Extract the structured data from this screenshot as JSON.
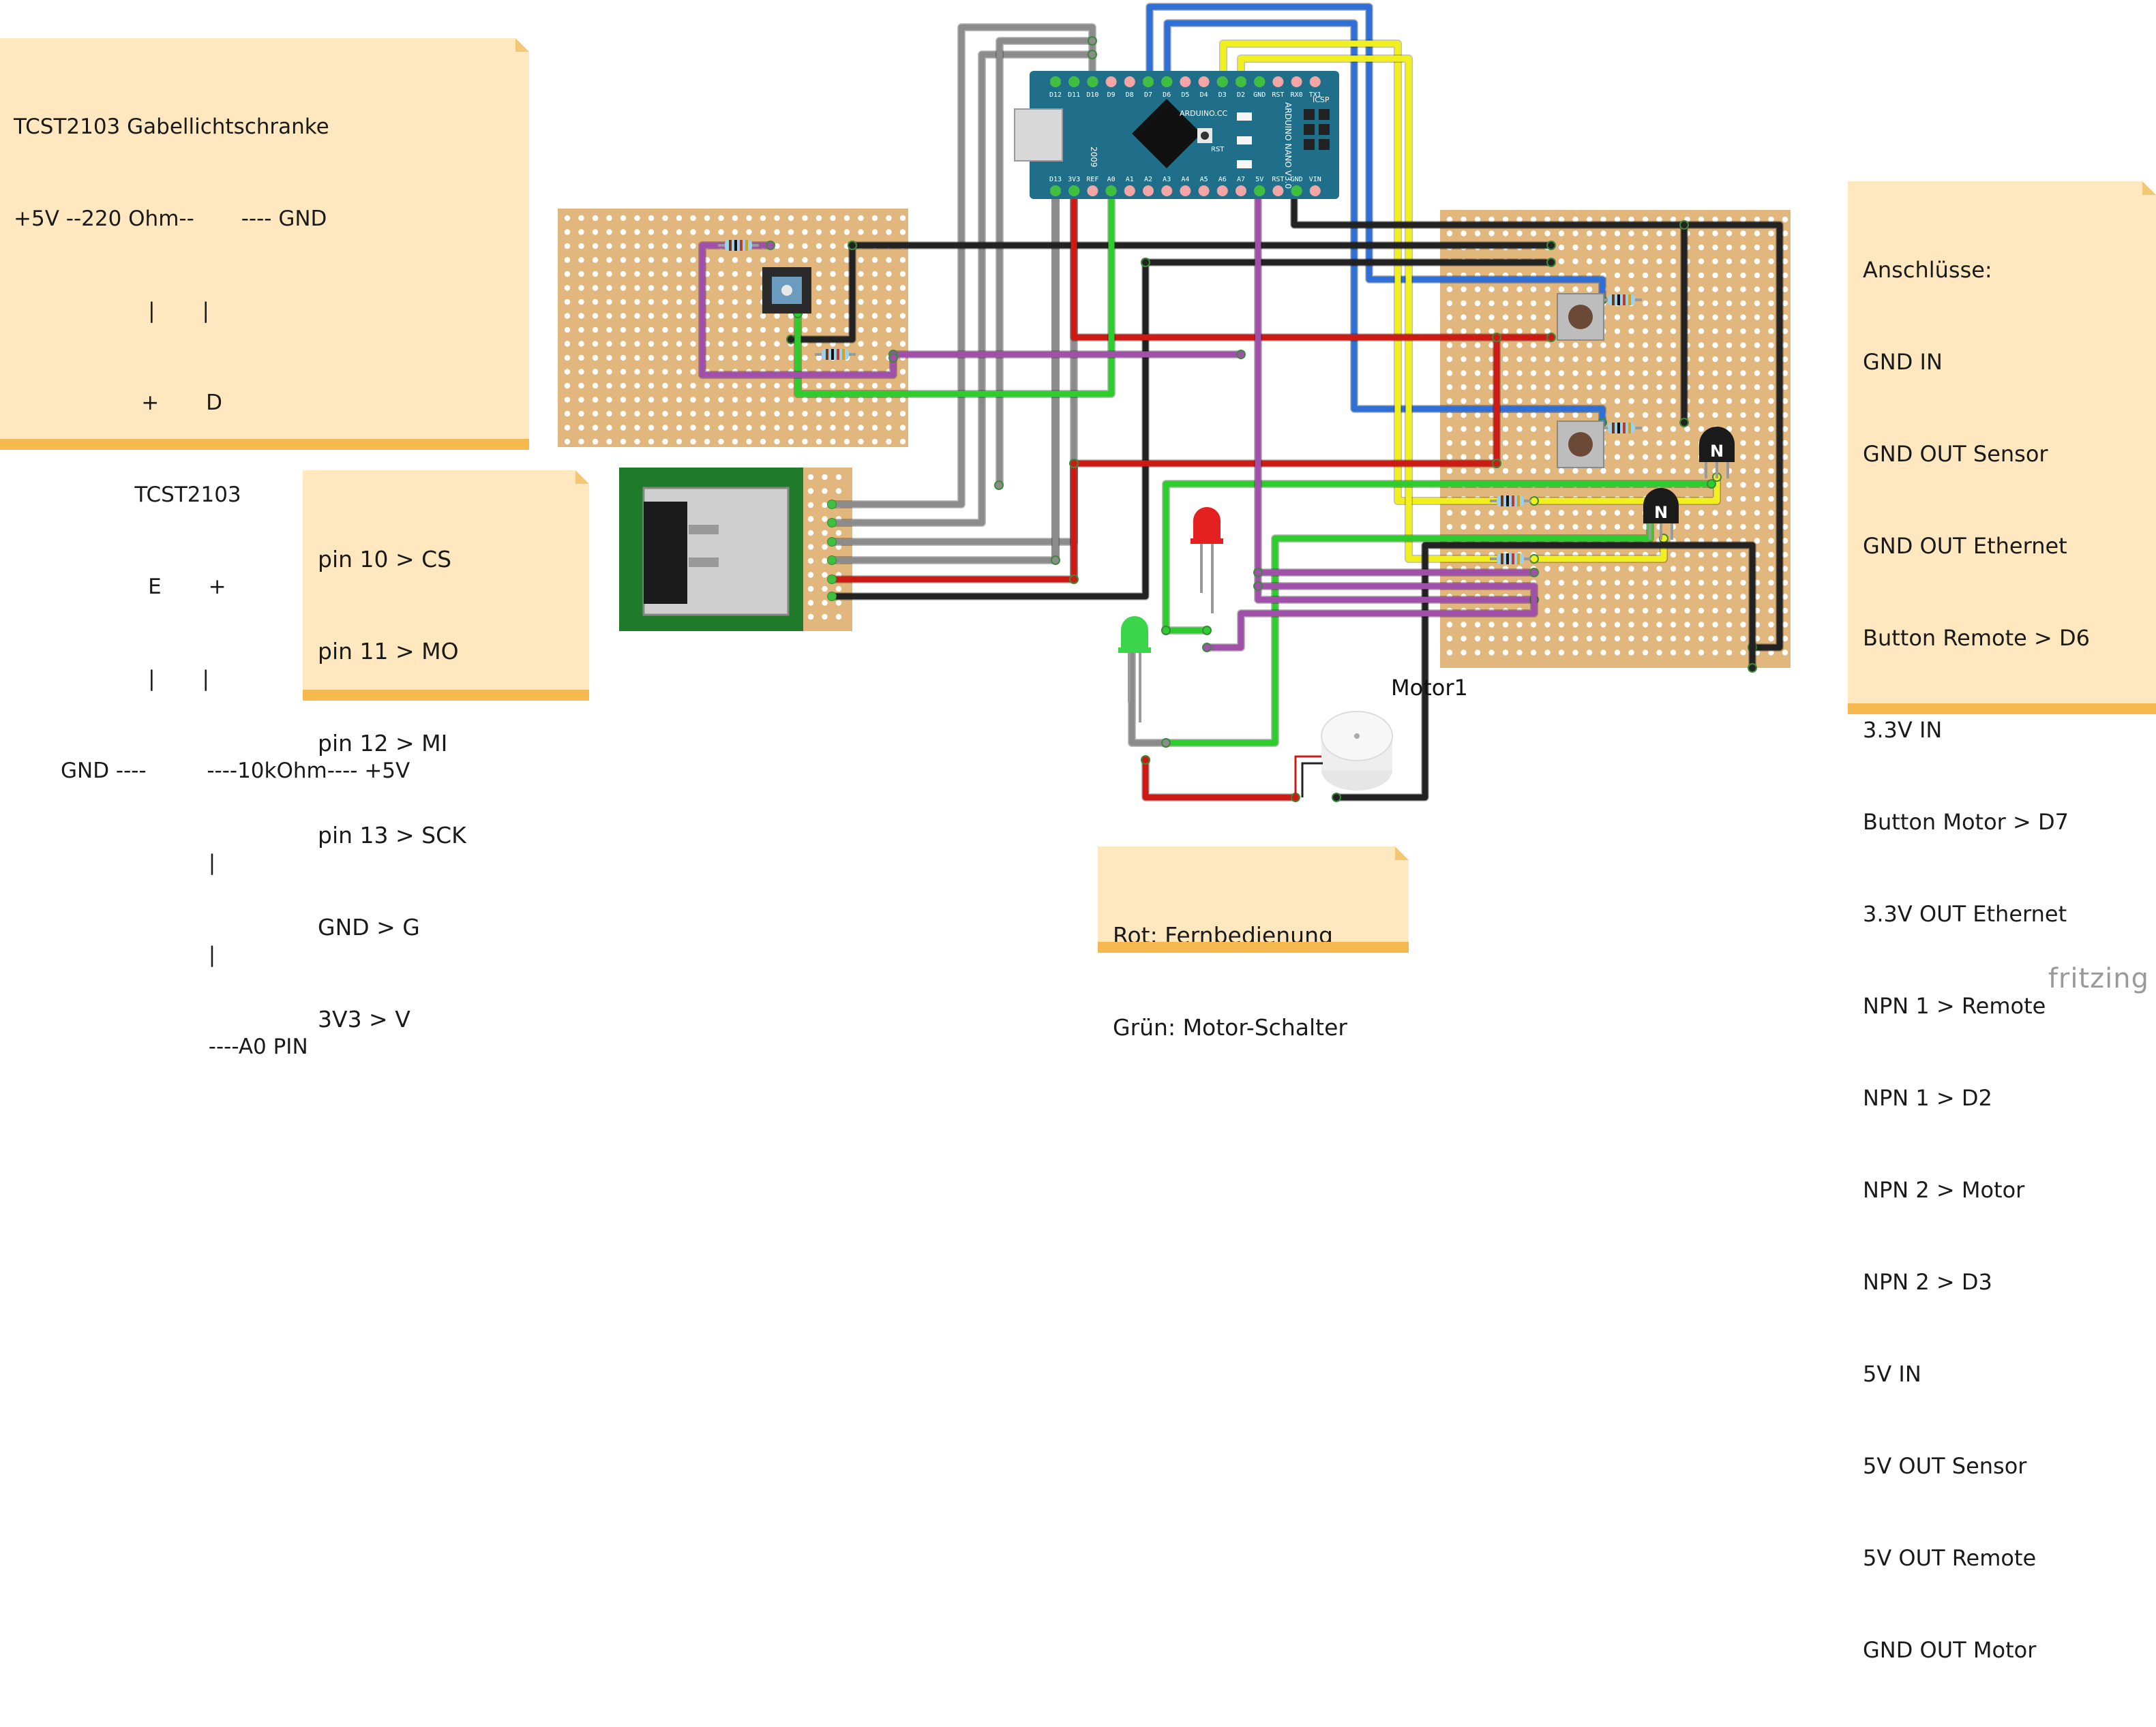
{
  "notes": {
    "sensor": {
      "lines": [
        "TCST2103 Gabellichtschranke",
        "+5V --220 Ohm--       ---- GND",
        "                    |       |",
        "                   +       D",
        "                  TCST2103",
        "                    E       +",
        "                    |       |",
        "       GND ----         ----10kOhm---- +5V",
        "                             |",
        "                             |",
        "                             ----A0 PIN"
      ]
    },
    "ethernet": {
      "lines": [
        "pin 10 > CS",
        "pin 11 > MO",
        "pin 12 > MI",
        "pin 13 > SCK",
        "GND > G",
        "3V3 > V"
      ]
    },
    "connections": {
      "lines": [
        "Anschlüsse:",
        "GND IN",
        "GND OUT Sensor",
        "GND OUT Ethernet",
        "Button Remote > D6",
        "3.3V IN",
        "Button Motor > D7",
        "3.3V OUT Ethernet",
        "NPN 1 > Remote",
        "NPN 1 > D2",
        "NPN 2 > Motor",
        "NPN 2 > D3",
        "5V IN",
        "5V OUT Sensor",
        "5V OUT Remote",
        "GND OUT Motor"
      ]
    },
    "legend": {
      "lines": [
        "Rot: Fernbedienung",
        "Grün: Motor-Schalter"
      ]
    }
  },
  "arduino": {
    "top_pins": [
      "D12",
      "D11",
      "D10",
      "D9",
      "D8",
      "D7",
      "D6",
      "D5",
      "D4",
      "D3",
      "D2",
      "GND",
      "RST",
      "RX0",
      "TX1"
    ],
    "bottom_pins": [
      "D13",
      "3V3",
      "REF",
      "A0",
      "A1",
      "A2",
      "A3",
      "A4",
      "A5",
      "A6",
      "A7",
      "5V",
      "RST",
      "GND",
      "VIN"
    ],
    "board_text": "ARDUINO.CC",
    "model_text": "ARDUINO NANO V3.0",
    "icsp_text": "ICSP",
    "rst_text": "RST",
    "year_text": "2009"
  },
  "transistor_label": "N",
  "motor_label": "Motor1",
  "brand": "fritzing",
  "colors": {
    "pcb": "#e2b77d",
    "hole": "#ffffff",
    "board": "#1f6f8b",
    "wire_black": "#222222",
    "wire_red": "#cc1a14",
    "wire_blue": "#2f6fd6",
    "wire_yellow": "#f2ef1e",
    "wire_green": "#2ecc2e",
    "wire_gray": "#8c8c8c",
    "wire_purple": "#a050a8"
  }
}
